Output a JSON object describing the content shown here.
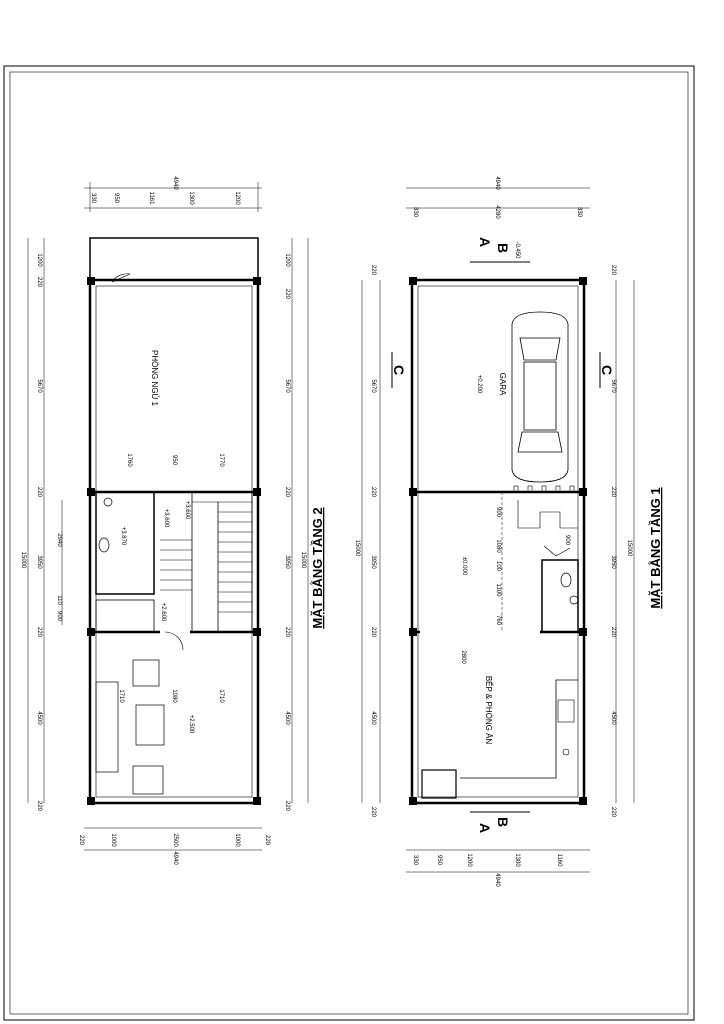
{
  "plans": {
    "floor2": {
      "title": "MẶT BẰNG TẦNG 2",
      "top_total": "4940",
      "top_segments": [
        "330",
        "950",
        "1161",
        "1300",
        "1200"
      ],
      "bottom_total": "4940",
      "bottom_segments": [
        "220",
        "1000",
        "2500",
        "1000",
        "220"
      ],
      "left_total": "15000",
      "left_segments": [
        "1200",
        "220",
        "5670",
        "220",
        "3950",
        "220",
        "4500",
        "220"
      ],
      "left_inner": [
        "2940",
        "110",
        "900"
      ],
      "right_total": "15000",
      "right_segments": [
        "1200",
        "220",
        "5670",
        "220",
        "3950",
        "220",
        "4500",
        "220"
      ],
      "room_bedroom": "PHÒNG NGỦ 1",
      "bedroom_dims": [
        "1760",
        "950",
        "1770"
      ],
      "living_dims": [
        "1710",
        "1080",
        "1710"
      ],
      "levels": [
        "+3.600",
        "+3.870",
        "+3.600",
        "+2.600",
        "+2.500"
      ]
    },
    "floor1": {
      "title": "MẶT BẰNG TẦNG 1",
      "top_total": "4940",
      "top_segments": [
        "330",
        "4280",
        "330"
      ],
      "bottom_total": "4940",
      "bottom_segments": [
        "330",
        "950",
        "1200",
        "1300",
        "1160"
      ],
      "left_total": "15000",
      "left_segments": [
        "220",
        "5670",
        "220",
        "3950",
        "220",
        "4500",
        "220"
      ],
      "right_total": "15000",
      "right_segments": [
        "220",
        "5670",
        "220",
        "3950",
        "220",
        "4500",
        "220"
      ],
      "room_garage": "GARA",
      "room_kitchen": "BẾP & PHÒNG ĂN",
      "stair_dims": [
        "900",
        "1080",
        "100",
        "1100",
        "760"
      ],
      "kitchen_dim": "2800",
      "door_dim": "900",
      "levels": [
        "-0.450",
        "+0.200",
        "±0.000"
      ],
      "section_a": "A",
      "section_b": "B",
      "section_c": "C"
    }
  }
}
